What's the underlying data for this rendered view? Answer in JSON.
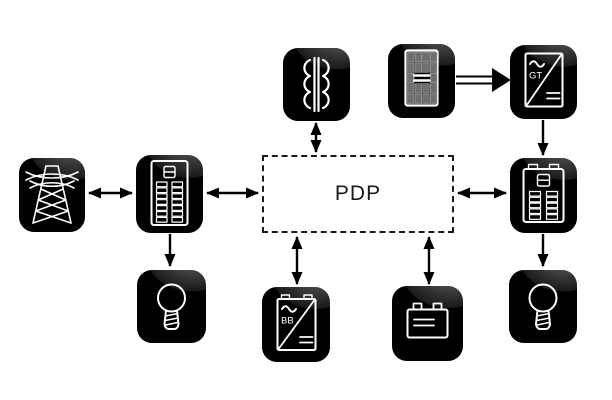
{
  "pdp": {
    "label": "PDP"
  },
  "nodes": [
    {
      "id": "utility-grid",
      "icon": "transmission-tower-icon",
      "label": ""
    },
    {
      "id": "ac-distribution-panel",
      "icon": "breaker-panel-icon",
      "label": ""
    },
    {
      "id": "transformer",
      "icon": "transformer-coils-icon",
      "label": ""
    },
    {
      "id": "pv-array",
      "icon": "solar-panel-icon",
      "label": ""
    },
    {
      "id": "grid-tie-inverter",
      "icon": "inverter-icon",
      "label": "GT"
    },
    {
      "id": "dc-distribution-panel",
      "icon": "dc-panel-icon",
      "label": ""
    },
    {
      "id": "ac-load",
      "icon": "light-bulb-icon",
      "label": ""
    },
    {
      "id": "battery-based-inverter",
      "icon": "inverter-icon",
      "label": "BB"
    },
    {
      "id": "battery-bank",
      "icon": "battery-icon",
      "label": ""
    },
    {
      "id": "dc-load",
      "icon": "light-bulb-icon",
      "label": ""
    }
  ],
  "connections": [
    {
      "from": "utility-grid",
      "to": "ac-distribution-panel",
      "direction": "both"
    },
    {
      "from": "ac-distribution-panel",
      "to": "pdp",
      "direction": "both"
    },
    {
      "from": "pdp",
      "to": "dc-distribution-panel",
      "direction": "both"
    },
    {
      "from": "transformer",
      "to": "pdp",
      "direction": "both"
    },
    {
      "from": "pdp",
      "to": "battery-based-inverter",
      "direction": "both"
    },
    {
      "from": "pdp",
      "to": "battery-bank",
      "direction": "both"
    },
    {
      "from": "pv-array",
      "to": "grid-tie-inverter",
      "direction": "one-way-block"
    },
    {
      "from": "grid-tie-inverter",
      "to": "dc-distribution-panel",
      "direction": "one-way"
    },
    {
      "from": "ac-distribution-panel",
      "to": "ac-load",
      "direction": "one-way"
    },
    {
      "from": "dc-distribution-panel",
      "to": "dc-load",
      "direction": "one-way"
    }
  ],
  "colors": {
    "background": "#ffffff",
    "icon_bg": "#000000",
    "line_art": "#ffffff",
    "arrow": "#000000",
    "pdp_border": "#1a1a1a",
    "pv_cell": "#6f6f6f"
  }
}
